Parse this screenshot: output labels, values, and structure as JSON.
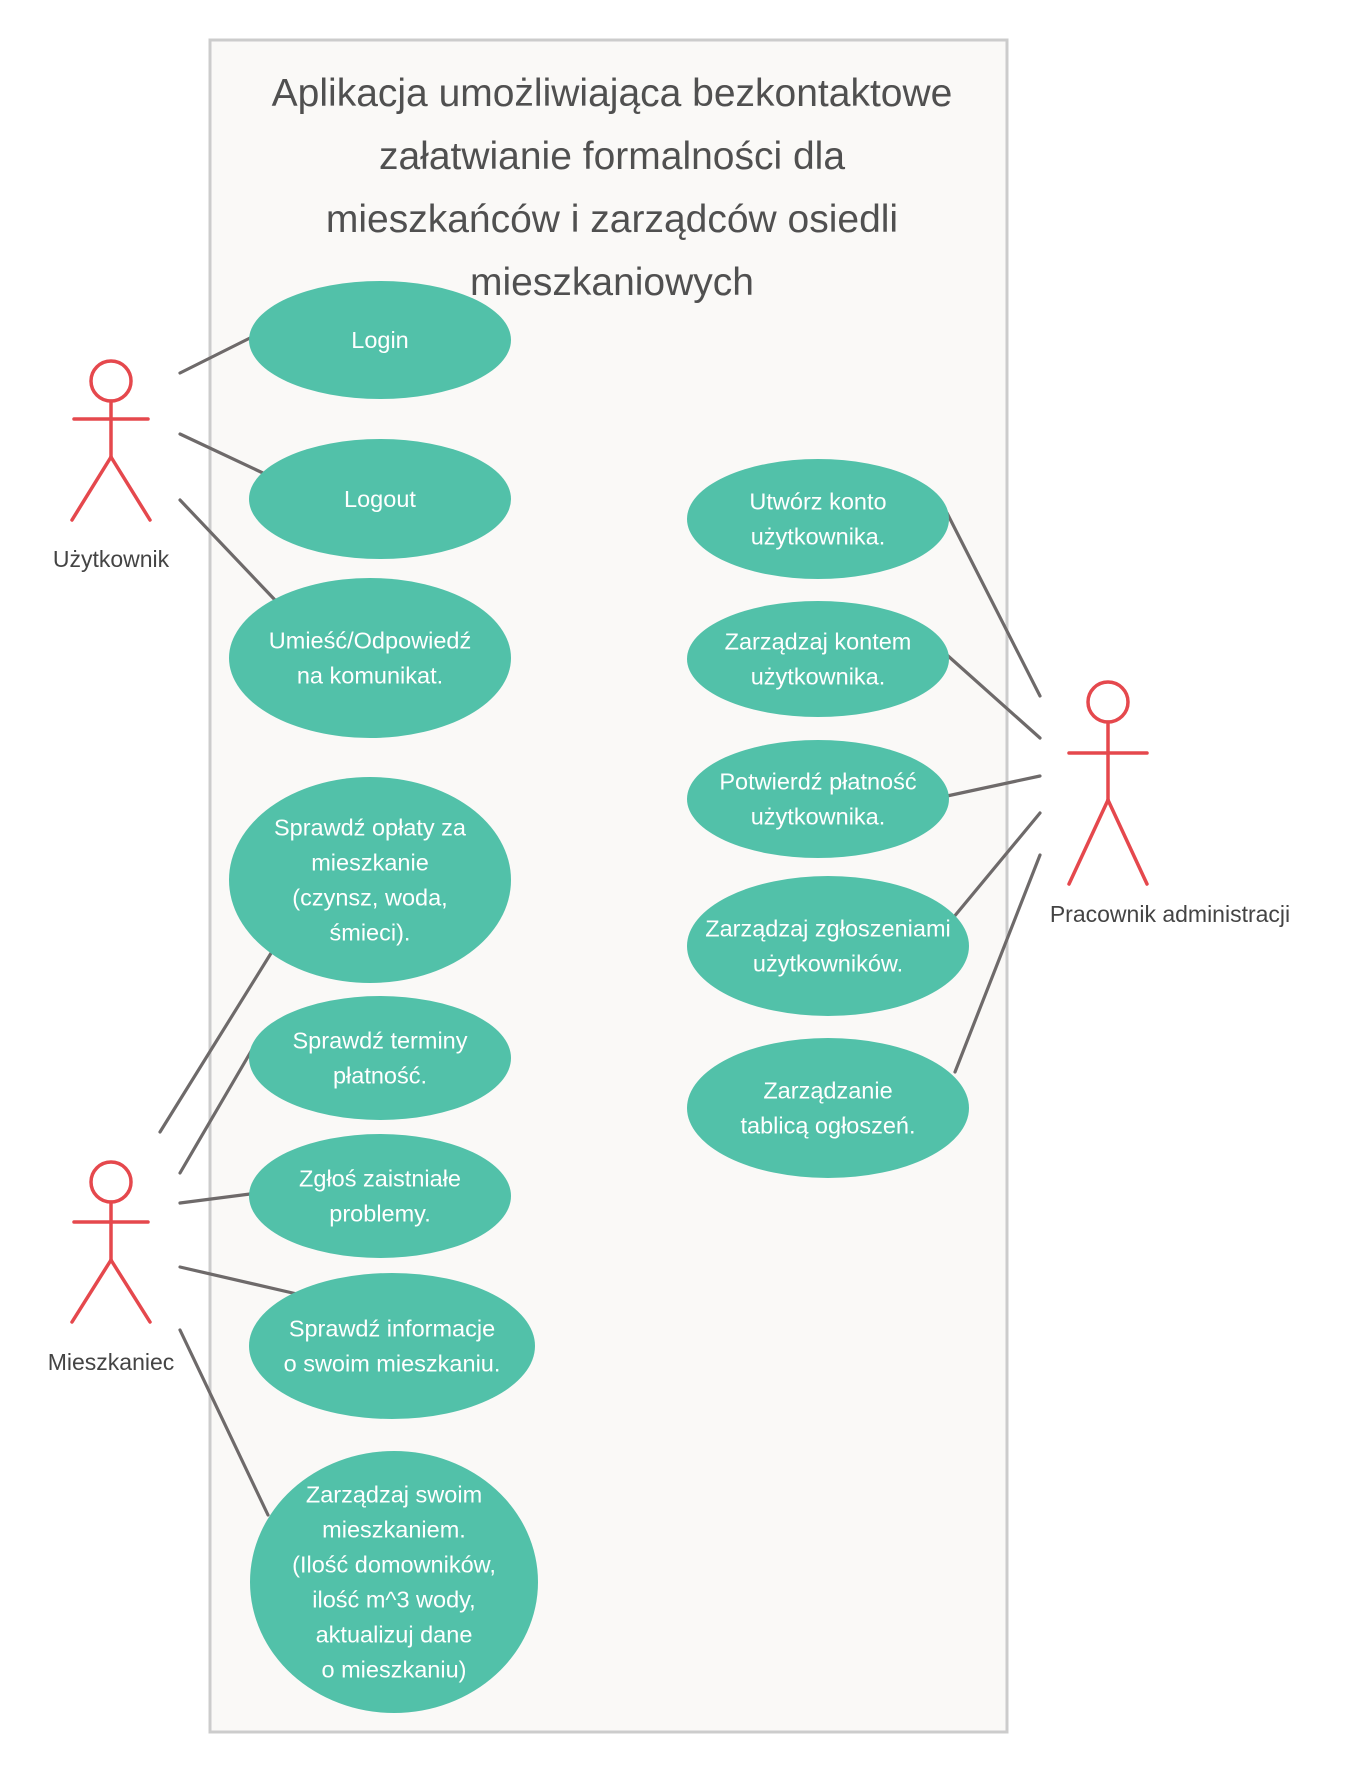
{
  "system": {
    "title_lines": [
      "Aplikacja umożliwiająca bezkontaktowe",
      "załatwianie formalności dla",
      "mieszkańców i zarządców osiedli",
      "mieszkaniowych"
    ]
  },
  "colors": {
    "use_case_fill": "#52C1A9",
    "actor_stroke": "#E5484D",
    "connector": "#6E6A6A",
    "boundary_fill": "#FAF9F7",
    "boundary_stroke": "#CCCCCC"
  },
  "actors": {
    "uzytkownik": {
      "label": "Użytkownik"
    },
    "mieszkaniec": {
      "label": "Mieszkaniec"
    },
    "pracownik": {
      "label": "Pracownik administracji"
    }
  },
  "use_cases": {
    "login": {
      "lines": [
        "Login"
      ]
    },
    "logout": {
      "lines": [
        "Logout"
      ]
    },
    "umiesc": {
      "lines": [
        "Umieść/Odpowiedź",
        "na komunikat."
      ]
    },
    "oplaty": {
      "lines": [
        "Sprawdź opłaty za",
        "mieszkanie",
        "(czynsz, woda,",
        "śmieci)."
      ]
    },
    "terminy": {
      "lines": [
        "Sprawdź terminy",
        "płatność."
      ]
    },
    "problemy": {
      "lines": [
        "Zgłoś zaistniałe",
        "problemy."
      ]
    },
    "informacje": {
      "lines": [
        "Sprawdź informacje",
        "o swoim mieszkaniu."
      ]
    },
    "zarzadzaj_mieszkaniem": {
      "lines": [
        "Zarządzaj swoim",
        "mieszkaniem.",
        "(Ilość domowników,",
        "ilość m^3 wody,",
        "aktualizuj dane",
        "o mieszkaniu)"
      ]
    },
    "utworz_konto": {
      "lines": [
        "Utwórz konto",
        "użytkownika."
      ]
    },
    "zarzadzaj_kontem": {
      "lines": [
        "Zarządzaj kontem",
        "użytkownika."
      ]
    },
    "potwierdz": {
      "lines": [
        "Potwierdź płatność",
        "użytkownika."
      ]
    },
    "zgloszenia": {
      "lines": [
        "Zarządzaj zgłoszeniami",
        "użytkowników."
      ]
    },
    "tablica": {
      "lines": [
        "Zarządzanie",
        "tablicą ogłoszeń."
      ]
    }
  }
}
